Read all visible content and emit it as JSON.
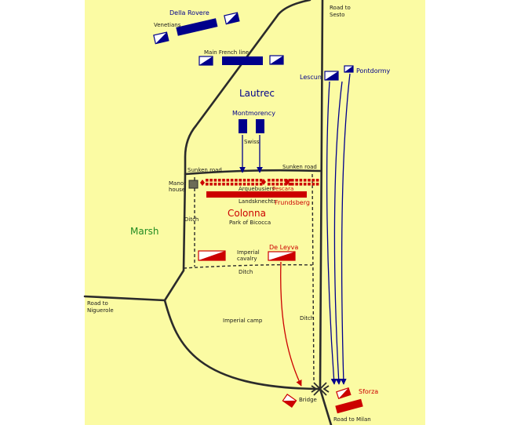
{
  "colors": {
    "land": "#fbfba3",
    "road": "#2b2b2b",
    "french": "#00008b",
    "imperial": "#cc0000",
    "marsh_text": "#228b22",
    "label": "#1a1a1a",
    "manor": "#6b6b57"
  },
  "labels": {
    "road_to_sesto": [
      "Road to",
      "Sesto"
    ],
    "della_rovere": "Della Rovere",
    "venetians": "Venetians",
    "main_french_line": "Main French line",
    "lescun": "Lescun",
    "pontdormy": "Pontdormy",
    "lautrec": "Lautrec",
    "montmorency": "Montmorency",
    "swiss": "Swiss",
    "sunken_road_left": "Sunken road",
    "sunken_road_right": "Sunken road",
    "manor_house": [
      "Manor",
      "house"
    ],
    "arquebusiers": "Arquebusiers",
    "pescara": "Pescara",
    "landsknechts": "Landsknechts",
    "frundsberg": "Frundsberg",
    "colonna": "Colonna",
    "park_of_bicocca": "Park of Bicocca",
    "ditch_west": "Ditch",
    "ditch_middle": "Ditch",
    "ditch_east": "Ditch",
    "marsh": "Marsh",
    "imperial_cavalry": [
      "Imperial",
      "cavalry"
    ],
    "de_leyva": "De Leyva",
    "road_to_niguerole": [
      "Road to",
      "Niguerole"
    ],
    "imperial_camp": "Imperial camp",
    "sforza": "Sforza",
    "bridge": "Bridge",
    "road_to_milan": "Road to Milan"
  }
}
